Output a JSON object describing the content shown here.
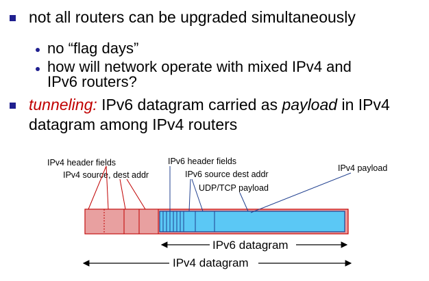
{
  "bullets": {
    "b1": "not all routers can be upgraded simultaneously",
    "b1_sub1": "no “flag days”",
    "b1_sub2_line1": "how will network operate with mixed IPv4 and",
    "b1_sub2_line2": "IPv6 routers?",
    "b2_em": "tunneling:",
    "b2_part1": " IPv6 datagram carried as ",
    "b2_italic": "payload",
    "b2_part2": " in IPv4",
    "b2_line2": "datagram among IPv4 routers"
  },
  "diagram": {
    "label_ipv4_header": "IPv4 header fields",
    "label_ipv4_src_dst": "IPv4 source, dest addr",
    "label_ipv6_header": "IPv6 header fields",
    "label_ipv6_src_dst": "IPv6 source dest addr",
    "label_udp_tcp": "UDP/TCP payload",
    "label_ipv4_payload": "IPv4 payload",
    "label_ipv6_datagram": "IPv6 datagram",
    "label_ipv4_datagram": "IPv4 datagram",
    "colors": {
      "ipv4_fill": "#e8a0a0",
      "ipv4_stroke": "#c00000",
      "ipv6_fill": "#5bc8f5",
      "ipv6_stroke": "#1f3f8f"
    }
  }
}
